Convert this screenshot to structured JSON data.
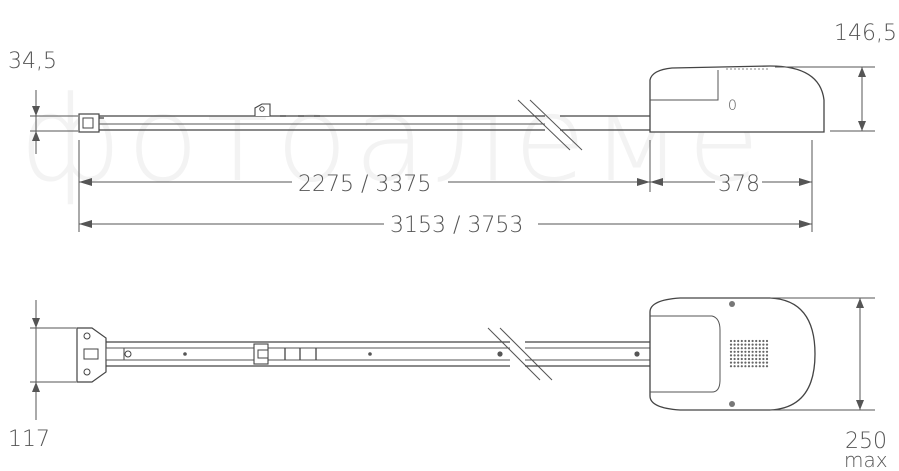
{
  "watermark": "фотоалеме",
  "side_view": {
    "left_height": "34,5",
    "right_height": "146,5",
    "rail_length": "2275 / 3375",
    "motor_length": "378",
    "total_length": "3153 / 3753",
    "motor_mark": "0"
  },
  "top_view": {
    "left_width": "117",
    "right_width": "250",
    "right_width_note": "max"
  }
}
